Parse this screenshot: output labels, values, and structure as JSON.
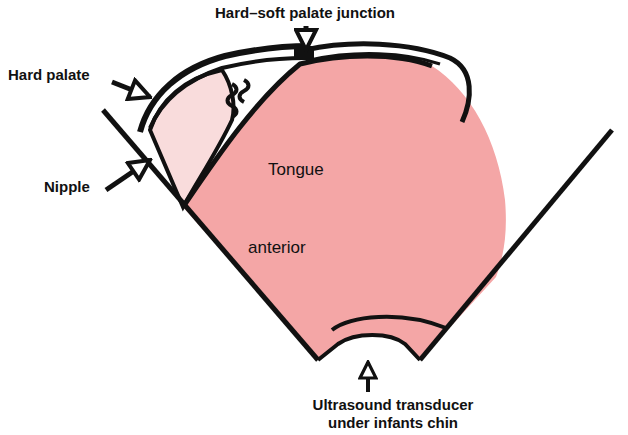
{
  "diagram": {
    "labels": [
      "Hard–soft palate junction",
      "Hard palate",
      "Nipple",
      "Tongue",
      "anterior",
      "Ultrasound transducer under infants chin"
    ]
  }
}
